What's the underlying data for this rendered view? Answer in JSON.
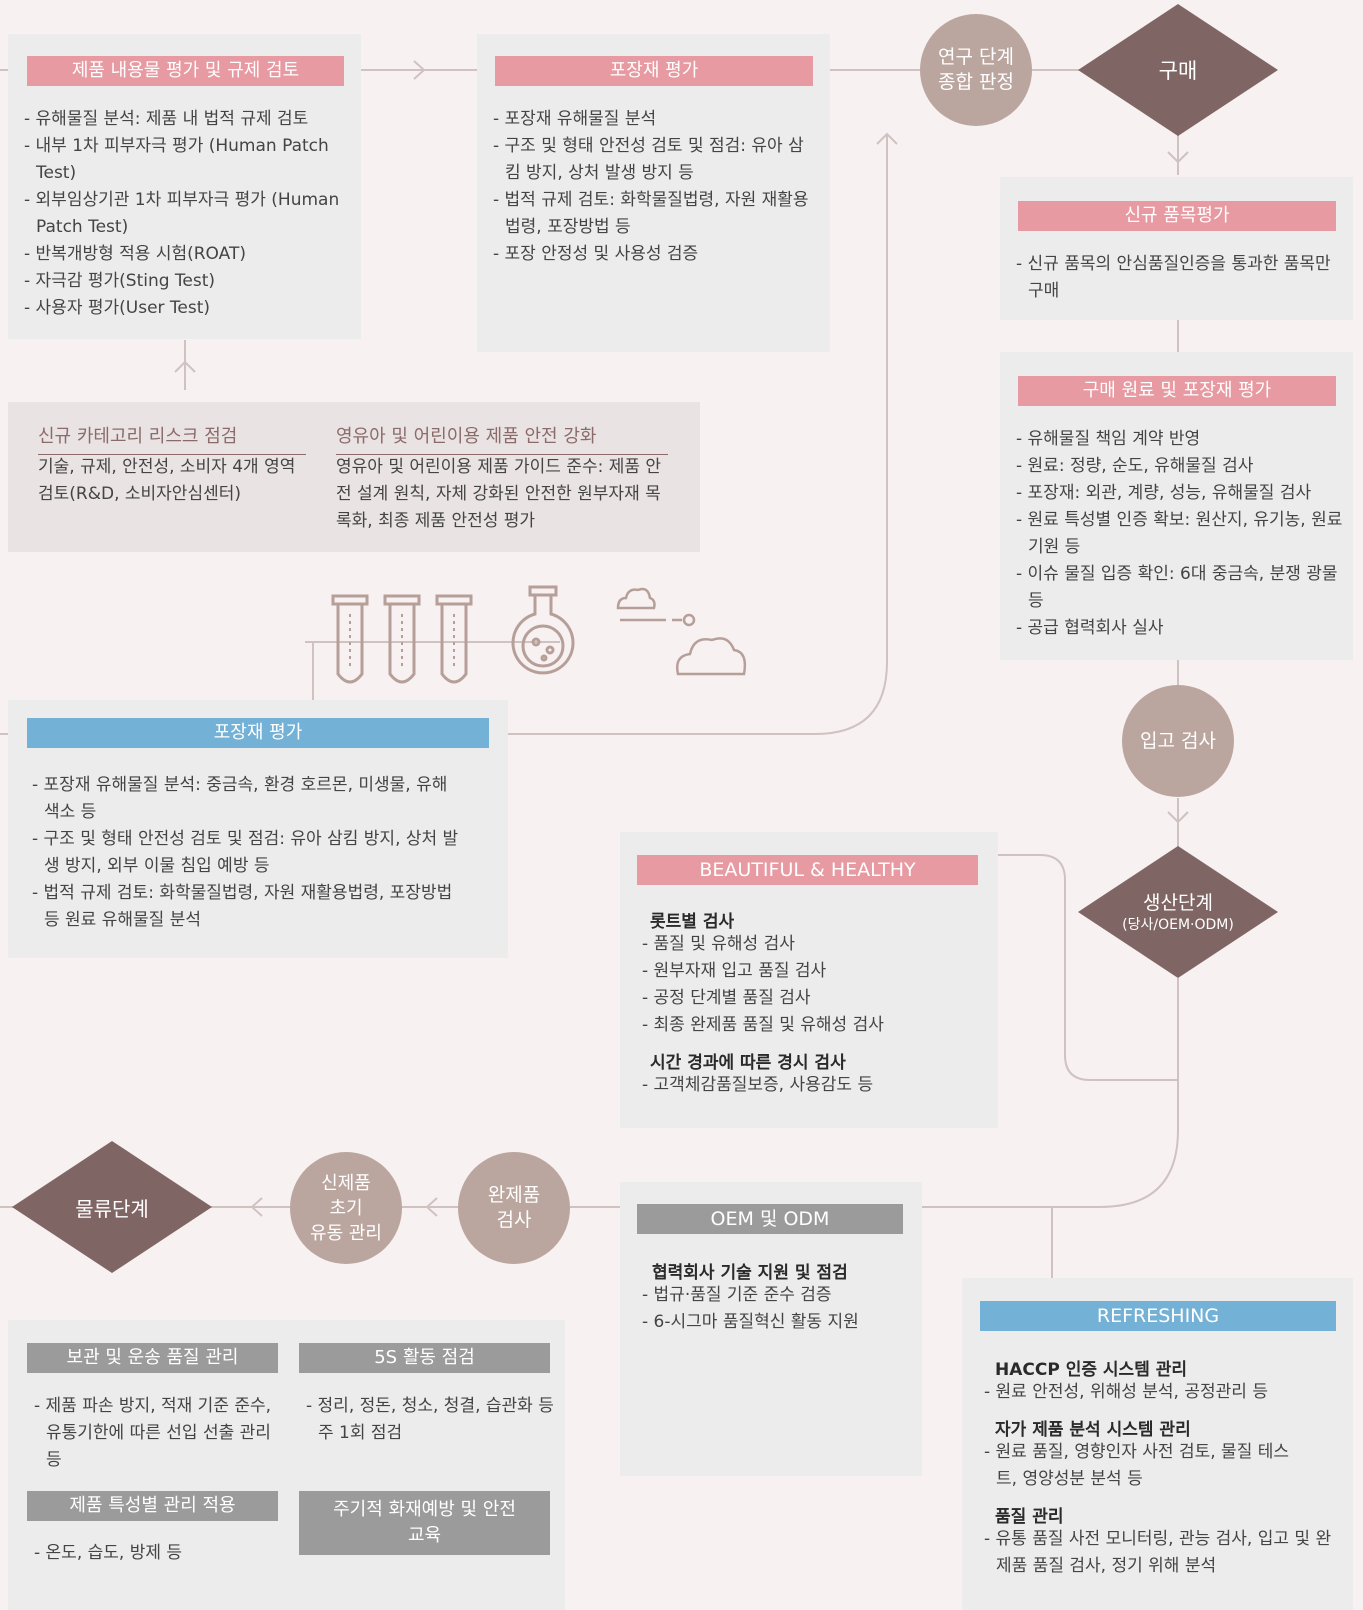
{
  "colors": {
    "pink": "#e79aa1",
    "blue": "#74b1d6",
    "gray": "#9b9b9b",
    "diamond": "#7f6664",
    "circle": "#bba69f",
    "line": "#cfc2c0"
  },
  "icons": [
    "test-tubes-icon",
    "flask-icon",
    "cloud-icon"
  ],
  "content_review": {
    "title": "제품 내용물 평가 및 규제 검토",
    "items": [
      "유해물질 분석: 제품 내 법적 규제 검토",
      "내부 1차 피부자극 평가 (Human Patch Test)",
      "외부임상기관 1차 피부자극 평가 (Human Patch Test)",
      "반복개방형 적용 시험(ROAT)",
      "자극감 평가(Sting Test)",
      "사용자 평가(User Test)"
    ]
  },
  "packaging_top": {
    "title": "포장재 평가",
    "items": [
      "포장재 유해물질 분석",
      "구조 및 형태 안전성 검토 및 점검: 유아 삼킴 방지, 상처 발생 방지 등",
      "법적 규제 검토: 화학물질법령, 자원 재활용법령, 포장방법 등",
      "포장 안정성 및 사용성 검증"
    ]
  },
  "research_judgement": "연구 단계\n종합 판정",
  "purchase": "구매",
  "new_item": {
    "title": "신규 품목평가",
    "items": [
      "신규 품목의 안심품질인증을 통과한 품목만 구매"
    ]
  },
  "raw_material": {
    "title": "구매 원료 및 포장재 평가",
    "items": [
      "유해물질 책임 계약 반영",
      "원료: 정량, 순도, 유해물질 검사",
      "포장재: 외관, 계량, 성능, 유해물질 검사",
      "원료 특성별 인증 확보: 원산지, 유기농, 원료 기원 등",
      "이슈 물질 입증 확인: 6대 중금속, 분쟁 광물 등",
      "공급 협력회사 실사"
    ]
  },
  "risk_box": {
    "left_title": "신규 카테고리 리스크 점검",
    "left_text": "기술, 규제, 안전성, 소비자 4개 영역 검토(R&D, 소비자안심센터)",
    "right_title": "영유아 및 어린이용 제품 안전 강화",
    "right_text": "영유아 및 어린이용 제품 가이드 준수: 제품 안전 설계 원칙, 자체 강화된 안전한 원부자재 목록화, 최종 제품 안전성 평가"
  },
  "packaging_mid": {
    "title": "포장재 평가",
    "items": [
      "포장재 유해물질 분석: 중금속, 환경 호르몬, 미생물, 유해 색소 등",
      "구조 및 형태 안전성 검토 및 점검: 유아 삼킴 방지, 상처 발생 방지, 외부 이물 침입 예방 등",
      "법적 규제 검토: 화학물질법령, 자원 재활용법령, 포장방법 등 원료 유해물질 분석"
    ]
  },
  "incoming_inspection": "입고 검사",
  "production": {
    "title": "생산단계",
    "sub": "(당사/OEM·ODM)"
  },
  "beautiful": {
    "title": "BEAUTIFUL & HEALTHY",
    "sec1_title": "롯트별 검사",
    "sec1_items": [
      "품질 및 유해성 검사",
      "원부자재 입고 품질 검사",
      "공정 단계별 품질 검사",
      "최종 완제품 품질 및 유해성 검사"
    ],
    "sec2_title": "시간 경과에 따른 경시 검사",
    "sec2_items": [
      "고객체감품질보증, 사용감도 등"
    ]
  },
  "logistics": "물류단계",
  "new_product_mgmt": "신제품\n초기\n유동 관리",
  "finished_inspection": "완제품\n검사",
  "oem": {
    "title": "OEM 및 ODM",
    "sec_title": "협력회사 기술 지원 및 점검",
    "items": [
      "법규·품질 기준 준수 검증",
      "6-시그마 품질혁신 활동 지원"
    ]
  },
  "refreshing": {
    "title": "REFRESHING",
    "sec1_title": "HACCP 인증 시스템 관리",
    "sec1_items": [
      "원료 안전성, 위해성 분석, 공정관리 등"
    ],
    "sec2_title": "자가 제품 분석 시스템 관리",
    "sec2_items": [
      "원료 품질, 영향인자 사전 검토, 물질 테스트, 영양성분 분석 등"
    ],
    "sec3_title": "품질 관리",
    "sec3_items": [
      "유통 품질 사전 모니터링, 관능 검사, 입고 및 완제품 품질 검사, 정기 위해 분석"
    ]
  },
  "storage": {
    "t1": "보관 및 운송 품질 관리",
    "i1": [
      "제품 파손 방지, 적재 기준 준수, 유통기한에 따른 선입 선출 관리 등"
    ],
    "t2": "5S 활동 점검",
    "i2": [
      "정리, 정돈, 청소, 청결, 습관화 등 주 1회 점검"
    ],
    "t3": "제품 특성별 관리 적용",
    "i3": [
      "온도, 습도, 방제 등"
    ],
    "t4": "주기적 화재예방 및 안전교육"
  }
}
